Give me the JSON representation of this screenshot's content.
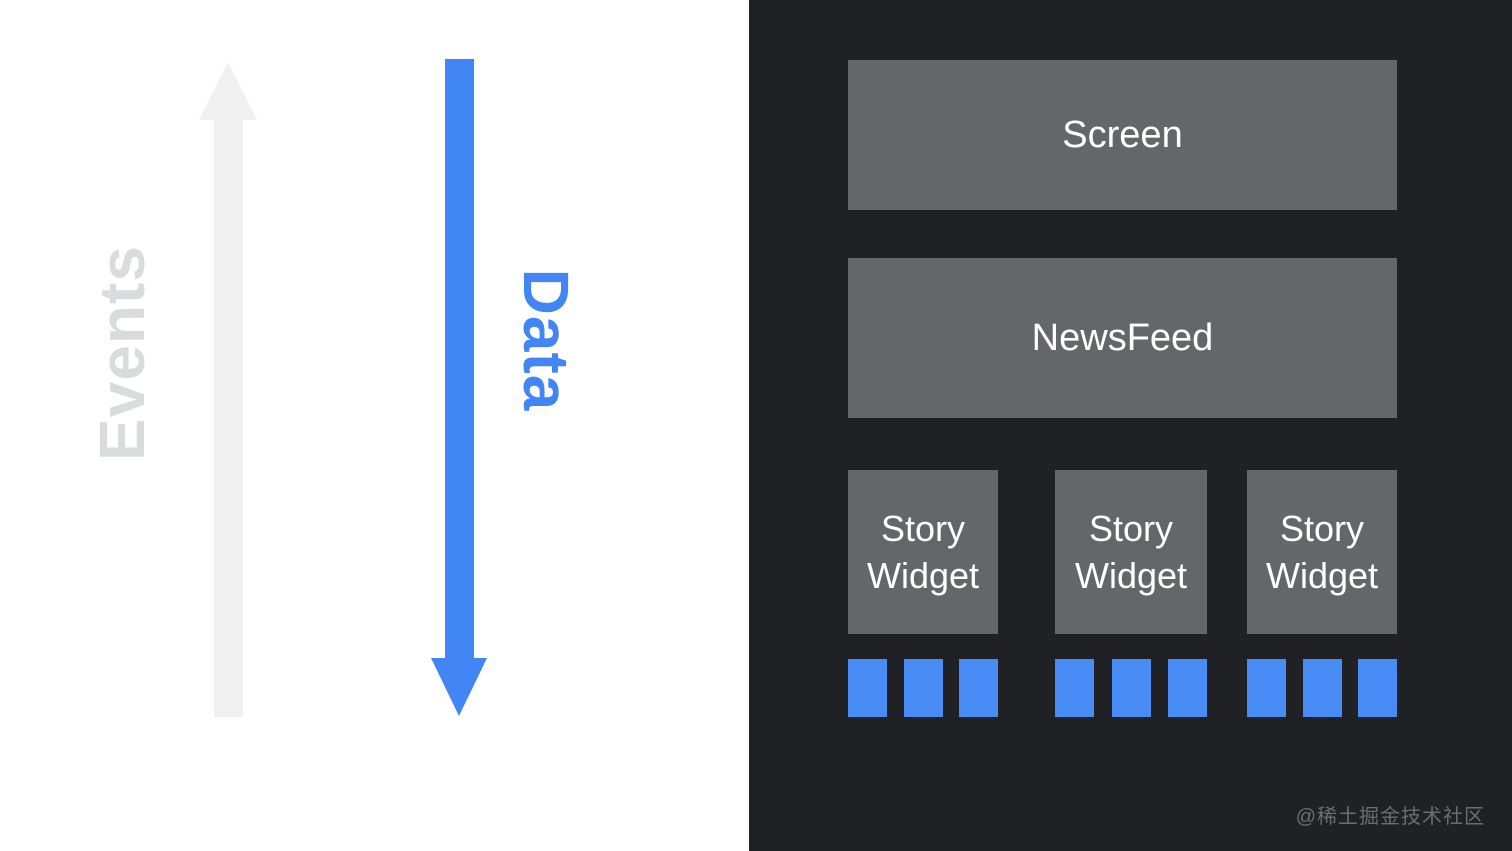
{
  "left_panel": {
    "events_label": "Events",
    "data_label": "Data",
    "events_arrow_direction": "up",
    "data_arrow_direction": "down"
  },
  "right_panel": {
    "screen_box": {
      "label": "Screen"
    },
    "newsfeed_box": {
      "label": "NewsFeed"
    },
    "story_widgets": [
      {
        "label": "Story Widget",
        "tile_count": 3
      },
      {
        "label": "Story Widget",
        "tile_count": 3
      },
      {
        "label": "Story Widget",
        "tile_count": 3
      }
    ],
    "watermark": "@稀土掘金技术社区"
  },
  "colors": {
    "accent_blue": "#4285f4",
    "tile_blue": "#4a8cf5",
    "panel_dark": "#202124",
    "box_gray": "#646769",
    "arrow_light_gray": "#f0f0f1",
    "events_text_gray": "#d9dbde",
    "watermark_gray": "#6a6d71",
    "left_background": "#ffffff"
  }
}
